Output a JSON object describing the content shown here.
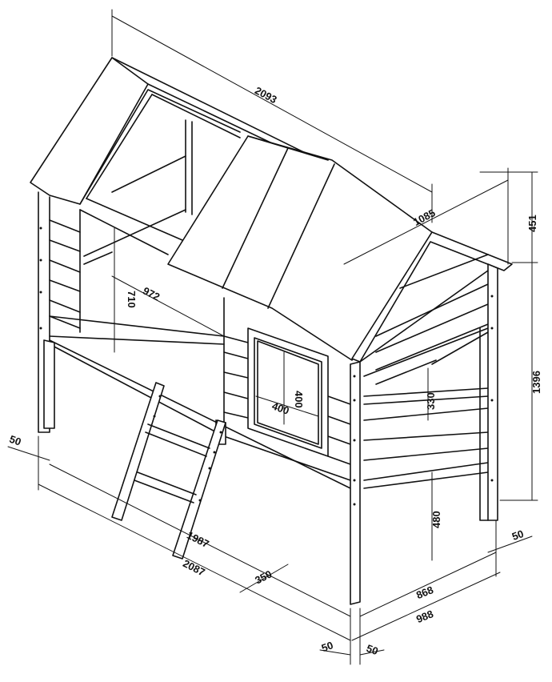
{
  "figure": {
    "colors": {
      "line": "#111111",
      "background": "#ffffff"
    },
    "dimensions": {
      "top_length": "2093",
      "top_depth": "1085",
      "roof_height": "451",
      "body_height": "1396",
      "left_post_width": "50",
      "front_length": "1987",
      "bottom_length": "2087",
      "ladder_width": "350",
      "inner_width": "868",
      "outer_width": "988",
      "front_post_width": "50",
      "side_post_width": "50",
      "right_post_width": "50",
      "inner_height": "710",
      "inner_length": "972",
      "window_height": "400",
      "window_width": "400",
      "rail_height": "330",
      "clearance_height": "480"
    }
  }
}
